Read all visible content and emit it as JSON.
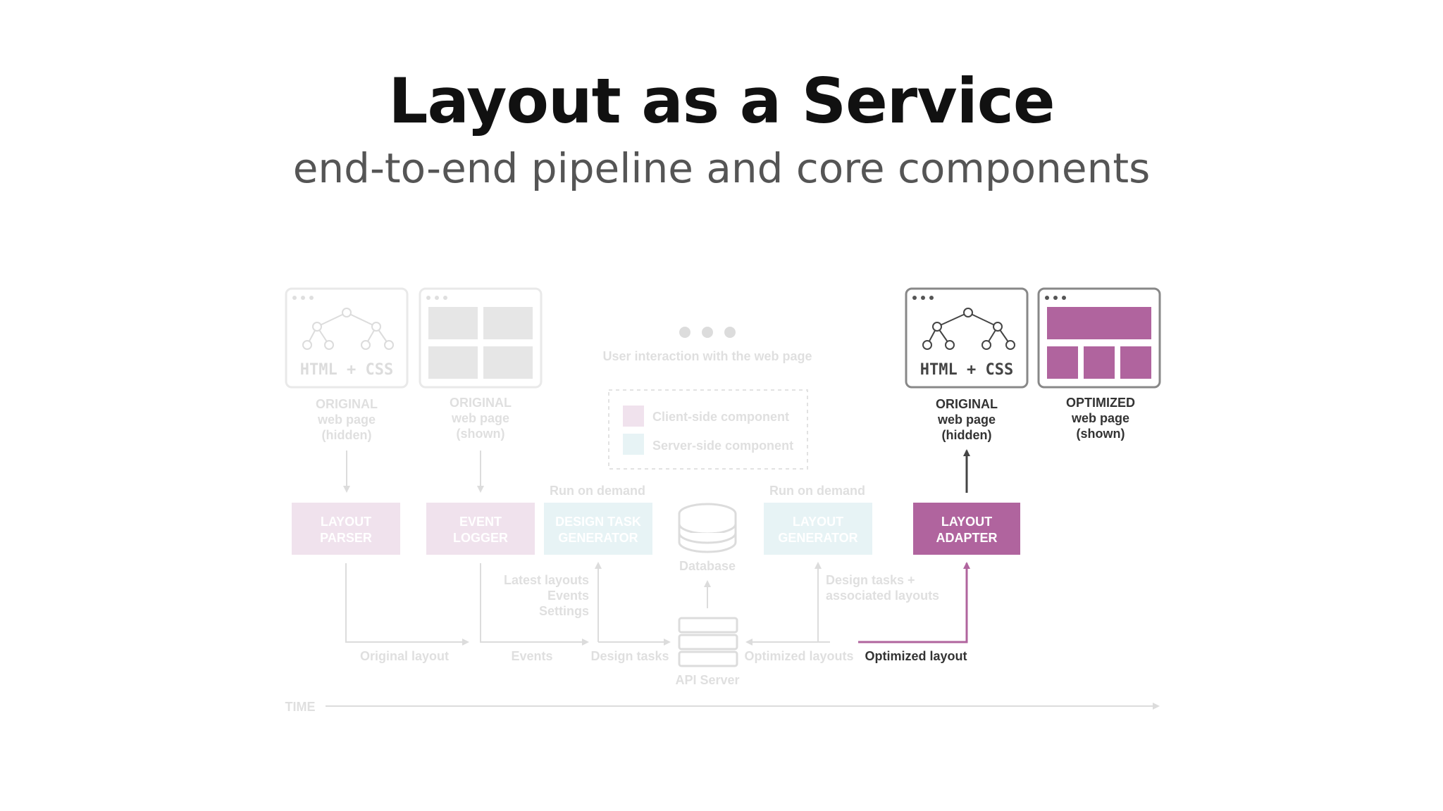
{
  "title": "Layout as a Service",
  "subtitle": "end-to-end pipeline and core components",
  "colors": {
    "accent": "#b0649e",
    "client_component": "#e6c5d8",
    "server_component": "#c9e6ea",
    "frame_border": "#888888",
    "arrow": "#444444"
  },
  "windows": {
    "original_hidden_left": {
      "code_label": "HTML + CSS",
      "caption": [
        "ORIGINAL",
        "web page",
        "(hidden)"
      ]
    },
    "original_shown": {
      "caption": [
        "ORIGINAL",
        "web page",
        "(shown)"
      ]
    },
    "original_hidden_right": {
      "code_label": "HTML + CSS",
      "caption": [
        "ORIGINAL",
        "web page",
        "(hidden)"
      ]
    },
    "optimized_shown": {
      "caption": [
        "OPTIMIZED",
        "web page",
        "(shown)"
      ]
    }
  },
  "interaction": {
    "label": "User interaction with the web page"
  },
  "legend": {
    "client": "Client-side component",
    "server": "Server-side component"
  },
  "components": {
    "layout_parser": [
      "LAYOUT",
      "PARSER"
    ],
    "event_logger": [
      "EVENT",
      "LOGGER"
    ],
    "design_task_generator": [
      "DESIGN TASK",
      "GENERATOR"
    ],
    "layout_generator": [
      "LAYOUT",
      "GENERATOR"
    ],
    "layout_adapter": [
      "LAYOUT",
      "ADAPTER"
    ]
  },
  "run_on_demand": "Run on demand",
  "database_label": "Database",
  "api_server_label": "API Server",
  "annotations": {
    "latest": [
      "Latest layouts",
      "Events",
      "Settings"
    ],
    "design_tasks_assoc": [
      "Design tasks +",
      "associated layouts"
    ]
  },
  "flows": {
    "original_layout": "Original layout",
    "events": "Events",
    "design_tasks": "Design tasks",
    "optimized_layouts": "Optimized layouts",
    "optimized_layout": "Optimized layout"
  },
  "time_label": "TIME"
}
